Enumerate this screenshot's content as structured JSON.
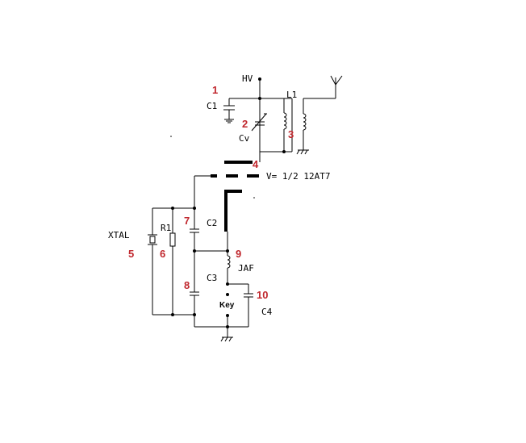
{
  "labels": {
    "hv": "HV",
    "c1": "C1",
    "cv": "Cv",
    "l1": "L1",
    "tube": "V= 1/2  12AT7",
    "xtal": "XTAL",
    "r1": "R1",
    "c2": "C2",
    "c3": "C3",
    "jaf": "JAF",
    "key": "Key",
    "c4": "C4"
  },
  "markers": [
    "1",
    "2",
    "3",
    "4",
    "5",
    "6",
    "7",
    "8",
    "9",
    "10"
  ],
  "colors": {
    "wire": "#000000",
    "marker": "#c0272d",
    "background": "#ffffff"
  }
}
